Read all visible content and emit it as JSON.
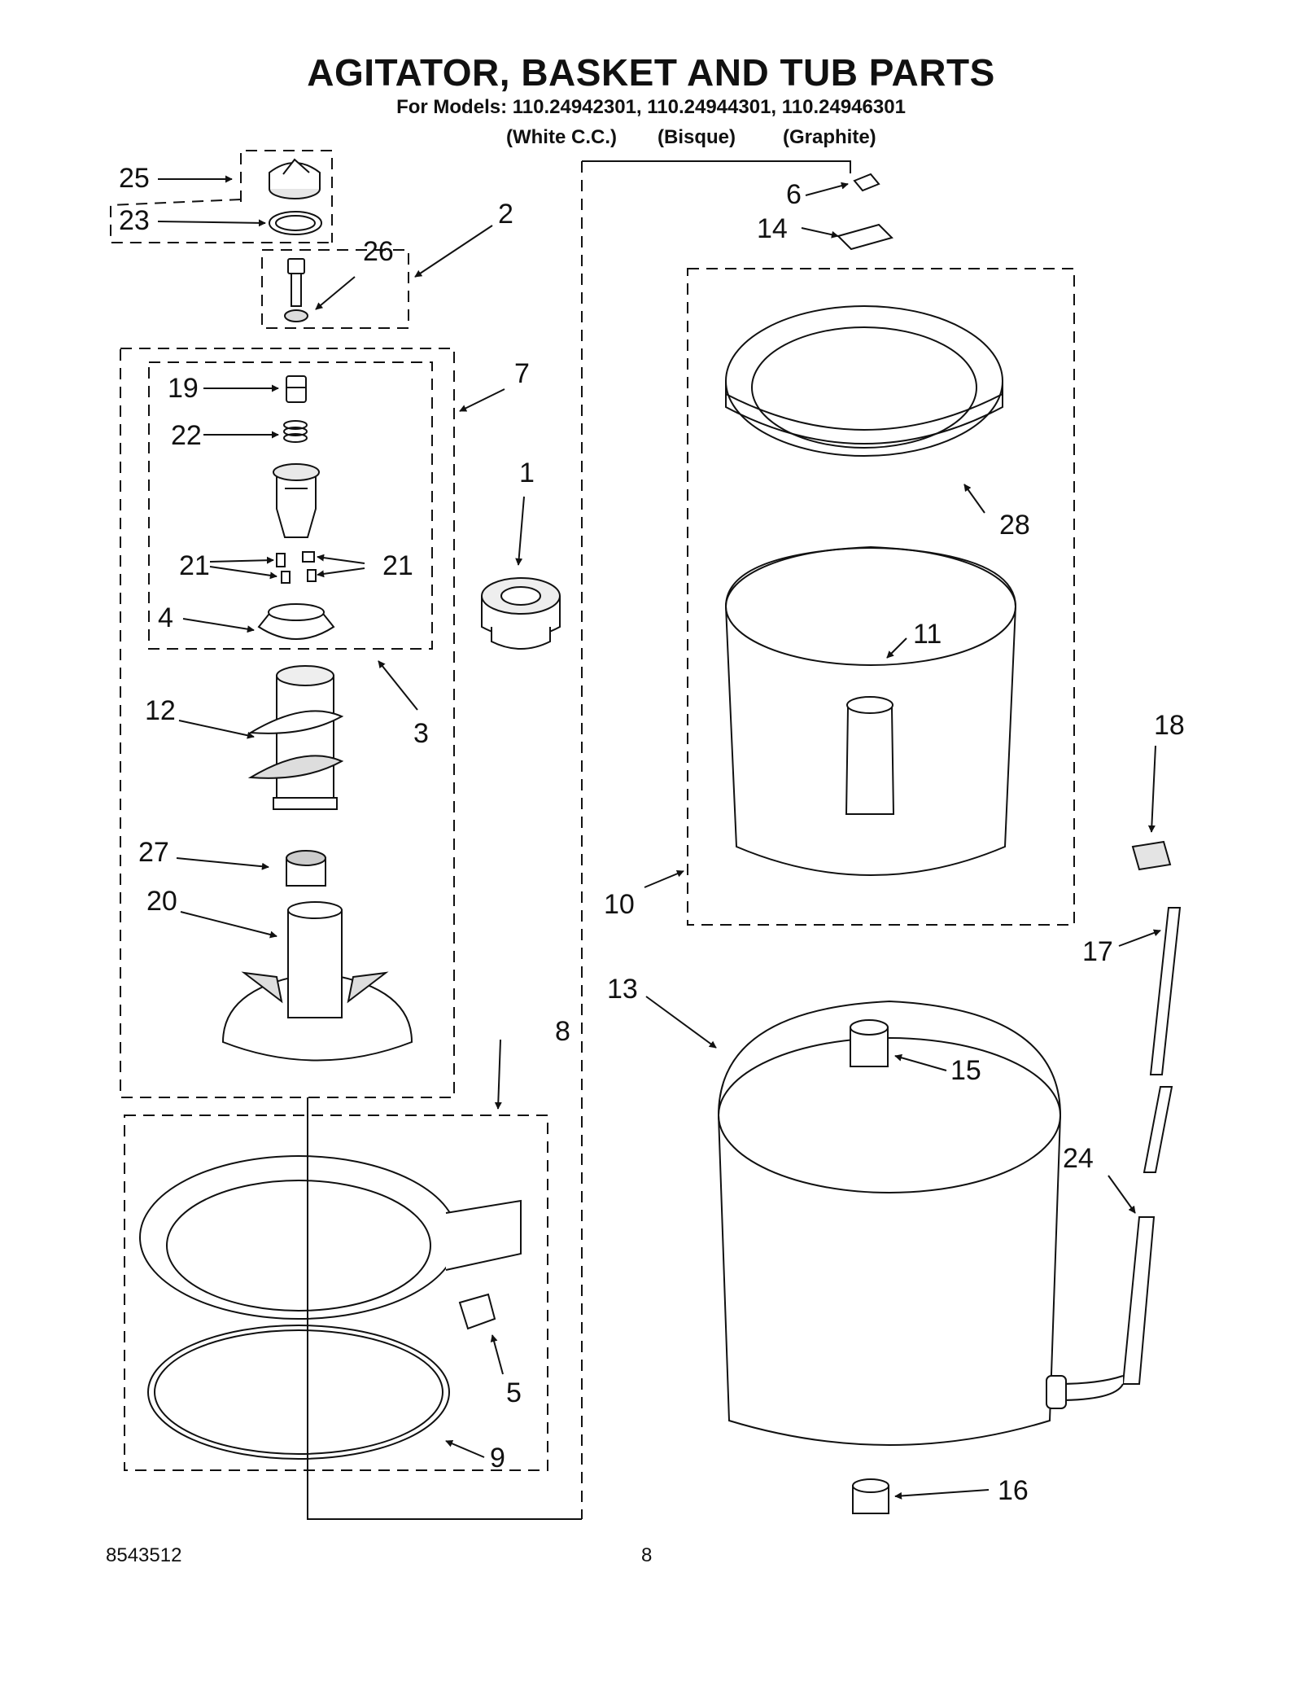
{
  "header": {
    "title": "AGITATOR, BASKET AND TUB PARTS",
    "models": "For Models: 110.24942301, 110.24944301, 110.24946301",
    "variants": [
      "(White C.C.)",
      "(Bisque)",
      "(Graphite)"
    ]
  },
  "callouts": [
    "1",
    "2",
    "3",
    "4",
    "5",
    "6",
    "7",
    "8",
    "9",
    "10",
    "11",
    "12",
    "13",
    "14",
    "15",
    "16",
    "17",
    "18",
    "19",
    "20",
    "21",
    "22",
    "23",
    "24",
    "25",
    "26",
    "27",
    "28"
  ],
  "footer": {
    "doc_number": "8543512",
    "page_number": "8"
  }
}
